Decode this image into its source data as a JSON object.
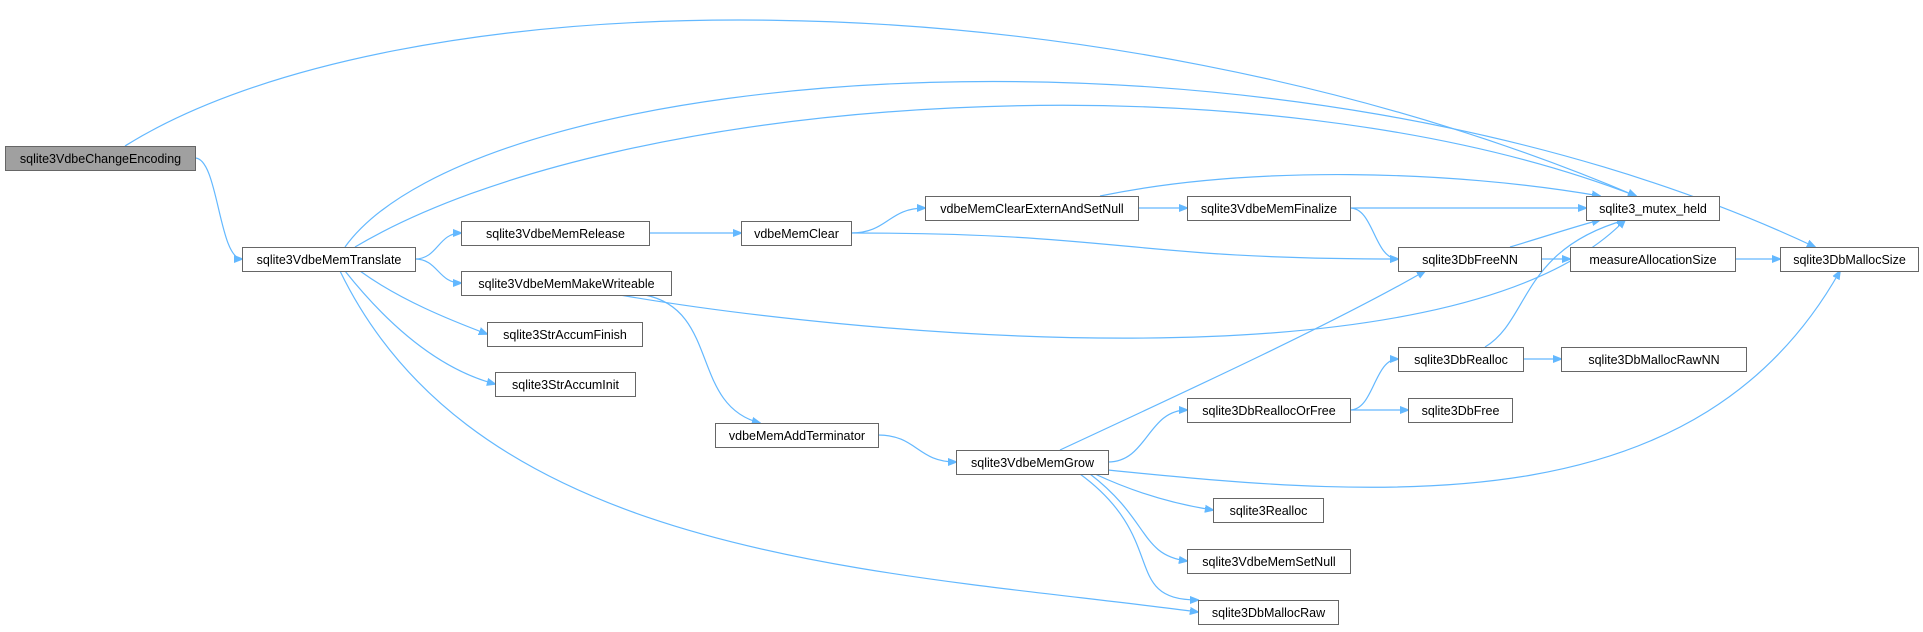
{
  "graph": {
    "colors": {
      "edge": "#63b8ff",
      "node_border": "#666666",
      "root_fill": "#a0a0a0",
      "node_fill": "#ffffff"
    },
    "nodes": [
      {
        "id": "sqlite3VdbeChangeEncoding",
        "label": "sqlite3VdbeChangeEncoding",
        "root": true
      },
      {
        "id": "sqlite3VdbeMemTranslate",
        "label": "sqlite3VdbeMemTranslate"
      },
      {
        "id": "sqlite3VdbeMemRelease",
        "label": "sqlite3VdbeMemRelease"
      },
      {
        "id": "sqlite3VdbeMemMakeWriteable",
        "label": "sqlite3VdbeMemMakeWriteable"
      },
      {
        "id": "sqlite3StrAccumFinish",
        "label": "sqlite3StrAccumFinish"
      },
      {
        "id": "sqlite3StrAccumInit",
        "label": "sqlite3StrAccumInit"
      },
      {
        "id": "vdbeMemClear",
        "label": "vdbeMemClear"
      },
      {
        "id": "vdbeMemAddTerminator",
        "label": "vdbeMemAddTerminator"
      },
      {
        "id": "vdbeMemClearExternAndSetNull",
        "label": "vdbeMemClearExternAndSetNull"
      },
      {
        "id": "sqlite3VdbeMemFinalize",
        "label": "sqlite3VdbeMemFinalize"
      },
      {
        "id": "sqlite3VdbeMemGrow",
        "label": "sqlite3VdbeMemGrow"
      },
      {
        "id": "sqlite3DbReallocOrFree",
        "label": "sqlite3DbReallocOrFree"
      },
      {
        "id": "sqlite3Realloc",
        "label": "sqlite3Realloc"
      },
      {
        "id": "sqlite3VdbeMemSetNull",
        "label": "sqlite3VdbeMemSetNull"
      },
      {
        "id": "sqlite3DbMallocRaw",
        "label": "sqlite3DbMallocRaw"
      },
      {
        "id": "sqlite3DbFreeNN",
        "label": "sqlite3DbFreeNN"
      },
      {
        "id": "sqlite3DbRealloc",
        "label": "sqlite3DbRealloc"
      },
      {
        "id": "sqlite3DbFree",
        "label": "sqlite3DbFree"
      },
      {
        "id": "sqlite3_mutex_held",
        "label": "sqlite3_mutex_held"
      },
      {
        "id": "measureAllocationSize",
        "label": "measureAllocationSize"
      },
      {
        "id": "sqlite3DbMallocRawNN",
        "label": "sqlite3DbMallocRawNN"
      },
      {
        "id": "sqlite3DbMallocSize",
        "label": "sqlite3DbMallocSize"
      }
    ],
    "edges": [
      {
        "from": "sqlite3VdbeChangeEncoding",
        "to": "sqlite3VdbeMemTranslate"
      },
      {
        "from": "sqlite3VdbeChangeEncoding",
        "to": "sqlite3_mutex_held"
      },
      {
        "from": "sqlite3VdbeMemTranslate",
        "to": "sqlite3VdbeMemRelease"
      },
      {
        "from": "sqlite3VdbeMemTranslate",
        "to": "sqlite3VdbeMemMakeWriteable"
      },
      {
        "from": "sqlite3VdbeMemTranslate",
        "to": "sqlite3StrAccumFinish"
      },
      {
        "from": "sqlite3VdbeMemTranslate",
        "to": "sqlite3StrAccumInit"
      },
      {
        "from": "sqlite3VdbeMemTranslate",
        "to": "sqlite3DbMallocRaw"
      },
      {
        "from": "sqlite3VdbeMemTranslate",
        "to": "sqlite3_mutex_held"
      },
      {
        "from": "sqlite3VdbeMemTranslate",
        "to": "sqlite3DbMallocSize"
      },
      {
        "from": "sqlite3VdbeMemRelease",
        "to": "vdbeMemClear"
      },
      {
        "from": "vdbeMemClear",
        "to": "vdbeMemClearExternAndSetNull"
      },
      {
        "from": "vdbeMemClear",
        "to": "sqlite3DbFreeNN"
      },
      {
        "from": "vdbeMemClearExternAndSetNull",
        "to": "sqlite3VdbeMemFinalize"
      },
      {
        "from": "vdbeMemClearExternAndSetNull",
        "to": "sqlite3_mutex_held"
      },
      {
        "from": "sqlite3VdbeMemFinalize",
        "to": "sqlite3_mutex_held"
      },
      {
        "from": "sqlite3VdbeMemFinalize",
        "to": "sqlite3DbFreeNN"
      },
      {
        "from": "sqlite3VdbeMemMakeWriteable",
        "to": "vdbeMemAddTerminator"
      },
      {
        "from": "sqlite3VdbeMemMakeWriteable",
        "to": "sqlite3_mutex_held"
      },
      {
        "from": "vdbeMemAddTerminator",
        "to": "sqlite3VdbeMemGrow"
      },
      {
        "from": "sqlite3VdbeMemGrow",
        "to": "sqlite3DbFreeNN"
      },
      {
        "from": "sqlite3VdbeMemGrow",
        "to": "sqlite3DbReallocOrFree"
      },
      {
        "from": "sqlite3VdbeMemGrow",
        "to": "sqlite3DbMallocSize"
      },
      {
        "from": "sqlite3VdbeMemGrow",
        "to": "sqlite3Realloc"
      },
      {
        "from": "sqlite3VdbeMemGrow",
        "to": "sqlite3VdbeMemSetNull"
      },
      {
        "from": "sqlite3VdbeMemGrow",
        "to": "sqlite3DbMallocRaw"
      },
      {
        "from": "sqlite3DbReallocOrFree",
        "to": "sqlite3DbRealloc"
      },
      {
        "from": "sqlite3DbReallocOrFree",
        "to": "sqlite3DbFree"
      },
      {
        "from": "sqlite3DbRealloc",
        "to": "sqlite3DbMallocRawNN"
      },
      {
        "from": "sqlite3DbRealloc",
        "to": "sqlite3_mutex_held"
      },
      {
        "from": "sqlite3DbFreeNN",
        "to": "sqlite3_mutex_held"
      },
      {
        "from": "sqlite3DbFreeNN",
        "to": "measureAllocationSize"
      },
      {
        "from": "measureAllocationSize",
        "to": "sqlite3DbMallocSize"
      }
    ]
  }
}
